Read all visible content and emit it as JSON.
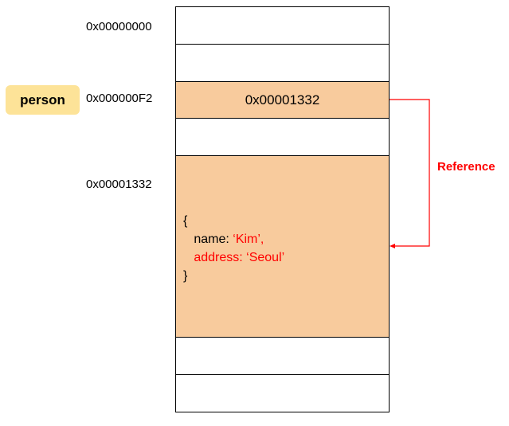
{
  "variable": {
    "name": "person"
  },
  "addresses": {
    "first": "0x00000000",
    "person_slot": "0x000000F2",
    "object_slot": "0x00001332"
  },
  "memory": {
    "person_cell_value": "0x00001332",
    "object_open": "{",
    "object_name_key": "name: ",
    "object_name_value": "‘Kim’,",
    "object_address_line": "address: ‘Seoul’",
    "object_close": "}"
  },
  "reference_label": "Reference",
  "colors": {
    "highlight_cell": "#f8cb9d",
    "variable_badge": "#fde398",
    "reference": "#ff0000"
  }
}
